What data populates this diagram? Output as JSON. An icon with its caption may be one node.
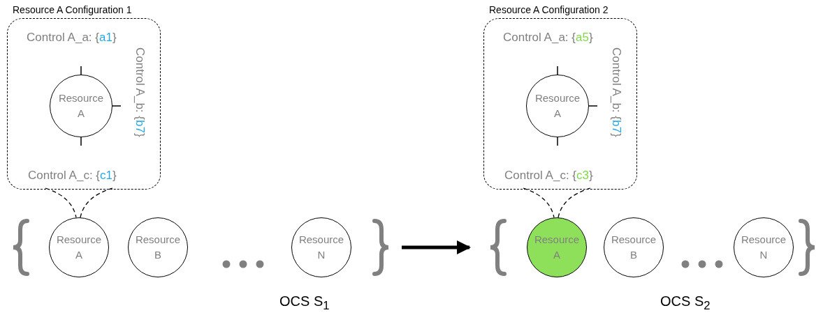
{
  "diagram": {
    "nodes": [
      {
        "text": [
          "Resource A Configuration 1",
          "Control A_a: {a1}",
          "Control A_b: {b7}",
          "Control A_c: {c1}"
        ]
      },
      {
        "text": [
          "Resource A"
        ],
        "in": 0
      },
      {
        "text": [],
        "shape": "brace",
        "beside": [
          "OCS S$_{1}$"
        ]
      },
      {
        "text": [
          "Resource A"
        ],
        "in": 2
      },
      {
        "text": [
          "Resource B"
        ],
        "in": 2
      },
      {
        "text": [
          "Resource N"
        ],
        "in": 2
      },
      {
        "text": [
          "Resource A Configuration 2",
          "Control A_a: {a5}",
          "Control A_b: {b7}",
          "Control A_c: {c3}"
        ]
      },
      {
        "text": [
          "Resource A"
        ],
        "in": 6
      },
      {
        "text": [],
        "shape": "brace",
        "beside": [
          "OCS S$_{2}$"
        ]
      },
      {
        "text": [
          "Resource A"
        ],
        "in": 8
      },
      {
        "text": [
          "Resource B"
        ],
        "in": 8
      },
      {
        "text": [
          "Resource N"
        ],
        "in": 8
      }
    ],
    "edges": [
      {
        "from": 0,
        "to": 3,
        "arrow": "none",
        "style": "dashed"
      },
      {
        "from": 2,
        "to": 8,
        "arrow": "to",
        "style": "thick"
      },
      {
        "from": 6,
        "to": 9,
        "arrow": "none",
        "style": "dashed"
      }
    ]
  }
}
